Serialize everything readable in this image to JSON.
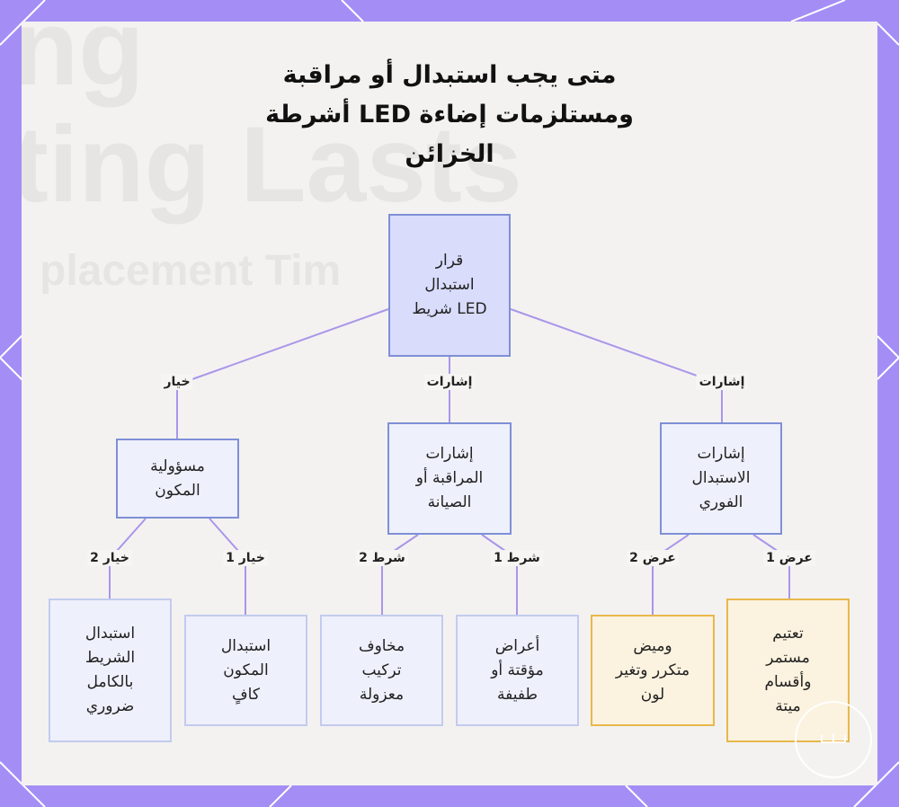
{
  "title": {
    "lines": [
      "متى يجب استبدال أو مراقبة",
      "أشرطة LED ومستلزمات إضاءة",
      "الخزائن"
    ]
  },
  "background_text": {
    "line1": "ng",
    "line2": "ting Lasts",
    "line3": "placement Tim"
  },
  "nodes": {
    "root": {
      "lines": [
        "قرار",
        "استبدال",
        "شريط LED"
      ]
    },
    "component_responsibility": {
      "lines": [
        "مسؤولية",
        "المكون"
      ]
    },
    "monitoring_signals": {
      "lines": [
        "إشارات",
        "المراقبة أو",
        "الصيانة"
      ]
    },
    "immediate_signals": {
      "lines": [
        "إشارات",
        "الاستبدال",
        "الفوري"
      ]
    },
    "full_strip_replacement": {
      "lines": [
        "استبدال",
        "الشريط",
        "بالكامل",
        "ضروري"
      ]
    },
    "component_replacement": {
      "lines": [
        "استبدال",
        "المكون",
        "كافٍ"
      ]
    },
    "isolated_installation": {
      "lines": [
        "مخاوف",
        "تركيب",
        "معزولة"
      ]
    },
    "temporary_symptoms": {
      "lines": [
        "أعراض",
        "مؤقتة أو",
        "طفيفة"
      ]
    },
    "flicker_color": {
      "lines": [
        "وميض",
        "متكرر وتغير",
        "لون"
      ]
    },
    "dimming_dead": {
      "lines": [
        "تعتيم",
        "مستمر",
        "وأقسام",
        "ميتة"
      ]
    }
  },
  "edges": {
    "choice": "خيار",
    "signals_mid": "إشارات",
    "signals_right": "إشارات",
    "choice2": "خيار 2",
    "choice1": "خيار 1",
    "condition2": "شرط 2",
    "condition1": "شرط 1",
    "display2": "عرض 2",
    "display1": "عرض 1"
  },
  "colors": {
    "frame": "#a48ef5",
    "edge": "#a996ea",
    "node_border": "#7f8fd6",
    "root_fill": "#d9dcfb",
    "highlight_border": "#e8b84a",
    "highlight_fill": "#fbf2df"
  }
}
